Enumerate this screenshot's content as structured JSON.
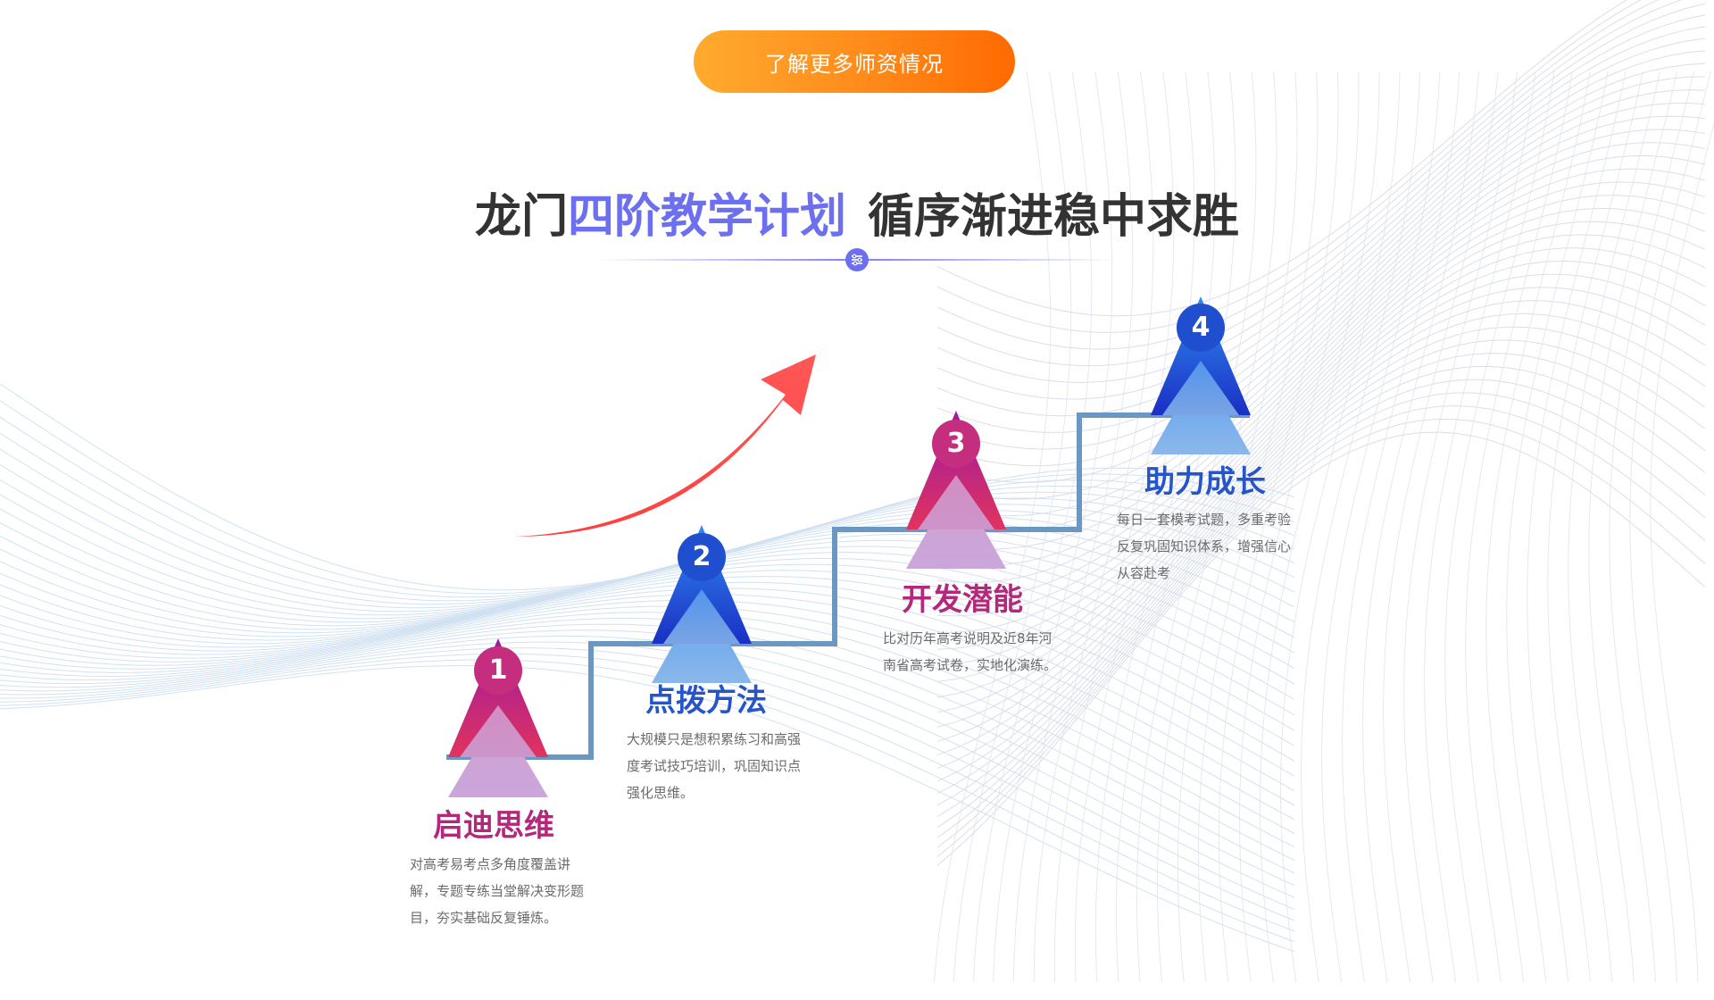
{
  "cta": {
    "label": "了解更多师资情况"
  },
  "headline": {
    "part1": "龙门",
    "part2": "四阶教学计划",
    "part3": "循序渐进稳中求胜"
  },
  "colors": {
    "accent": "#6b6ff0",
    "magenta": "#b3287a",
    "blue": "#2555c8",
    "cta_start": "#ffab2e",
    "cta_end": "#ff6a00",
    "arrow": "#ff4d4d",
    "stair": "#6a98c2"
  },
  "steps": [
    {
      "number": "1",
      "title": "启迪思维",
      "desc": "对高考易考点多角度覆盖讲解，专题专练当堂解决变形题目，夯实基础反复锤炼。"
    },
    {
      "number": "2",
      "title": "点拨方法",
      "desc": "大规模只是想积累练习和高强度考试技巧培训，巩固知识点强化思维。"
    },
    {
      "number": "3",
      "title": "开发潜能",
      "desc": "比对历年高考说明及近8年河南省高考试卷，实地化演练。"
    },
    {
      "number": "4",
      "title": "助力成长",
      "desc": "每日一套模考试题，多重考验反复巩固知识体系，增强信心从容赴考"
    }
  ]
}
